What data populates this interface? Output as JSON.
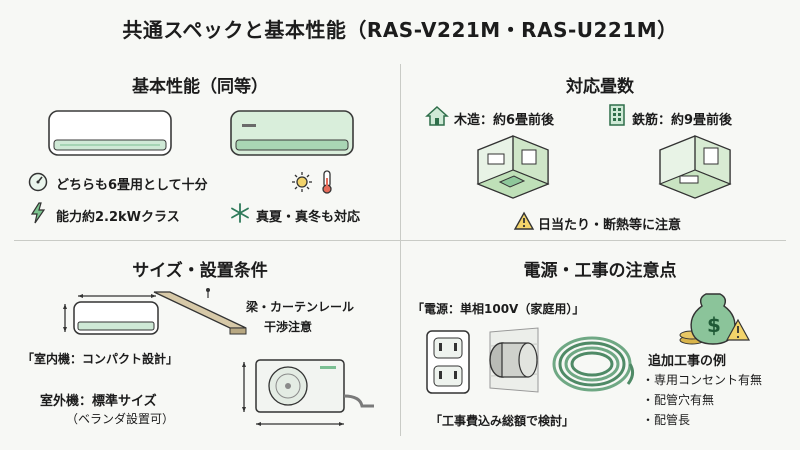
{
  "title": "共通スペックと基本性能（RAS-V221M・RAS-U221M）",
  "basic": {
    "heading": "基本性能（同等）",
    "feature1": "どちらも6畳用として十分",
    "feature2": "能力約2.2kWクラス",
    "feature3": "真夏・真冬も対応"
  },
  "tatami": {
    "heading": "対応畳数",
    "wood": "木造：約6畳前後",
    "steel": "鉄筋：約9畳前後",
    "note": "日当たり・断熱等に注意"
  },
  "size": {
    "heading": "サイズ・設置条件",
    "beam_line1": "梁・カーテンレール",
    "beam_line2": "干渉注意",
    "indoor": "「室内機：コンパクト設計」",
    "outdoor": "室外機：標準サイズ",
    "outdoor_sub": "（ベランダ設置可）"
  },
  "power": {
    "heading": "電源・工事の注意点",
    "supply": "「電源：単相100V（家庭用）」",
    "total": "「工事費込み総額で検討」",
    "extra_title": "追加工事の例",
    "extra_items": [
      "・専用コンセント有無",
      "・配管穴有無",
      "・配管長"
    ]
  },
  "colors": {
    "accent": "#3e9a63",
    "light_green": "#cfe9d6",
    "divider": "#c9cbc6"
  }
}
